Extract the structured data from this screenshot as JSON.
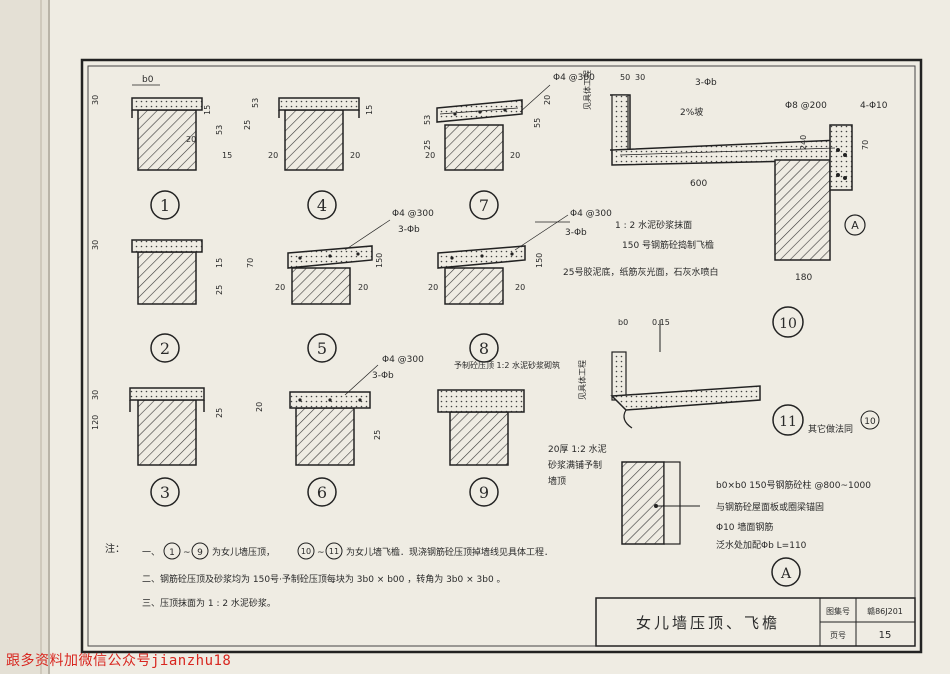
{
  "sheet": {
    "title": "女儿墙压顶、飞檐",
    "atlas_label": "图集号",
    "atlas_no": "赣86J201",
    "page_label": "页号",
    "page_no": "15"
  },
  "details": [
    {
      "id": "1"
    },
    {
      "id": "2"
    },
    {
      "id": "3"
    },
    {
      "id": "4"
    },
    {
      "id": "5"
    },
    {
      "id": "6"
    },
    {
      "id": "7"
    },
    {
      "id": "8"
    },
    {
      "id": "9"
    },
    {
      "id": "10"
    },
    {
      "id": "11"
    },
    {
      "id": "A"
    }
  ],
  "callouts": {
    "d7_rebar": "Φ4 @300",
    "d5_rebar": "Φ4 @300",
    "d5_bars": "3-Φb",
    "d8_rebar": "Φ4 @300",
    "d8_bars": "3-Φb",
    "d6_rebar": "Φ4 @300",
    "d6_bars": "3-Φb",
    "d9_top": "予制砼压顶 1:2 水泥砂浆砌筑",
    "d9_bottom1": "20厚 1:2 水泥",
    "d9_bottom2": "砂浆满铺予制",
    "d9_bottom3": "墙顶",
    "d10_rebar1": "Φ4 @300",
    "d10_bars1": "3-Φb",
    "d10_rebar2": "Φ8 @200",
    "d10_bars2": "4-Φ10",
    "d10_slope": "2%坡",
    "d10_side": "见具体工程",
    "layer1": "1 : 2 水泥砂浆抹面",
    "layer2": "150 号钢筋砼捣制飞檐",
    "layer3": "25号胶泥底，纸筋灰光面，石灰水喷白",
    "d11_side": "见具体工程",
    "d11_other": "其它做法同",
    "d11_ref": "10",
    "detA_1": "b0×b0 150号钢筋砼柱 @800~1000",
    "detA_2": "与钢筋砼屋面板或圈梁锚固",
    "detA_3": "Φ10 墙面钢筋",
    "detA_4": "泛水处加配Φb L=110"
  },
  "dims": {
    "b0": "b0",
    "d30": "30",
    "d15": "15",
    "d25": "25",
    "d53": "53",
    "d70": "70",
    "d20": "20",
    "d50": "50",
    "d55": "55",
    "d150": "150",
    "d120": "120",
    "d240": "240",
    "d600": "600",
    "d180": "180",
    "d015": "0.15"
  },
  "notes": {
    "label": "注：",
    "n1_num": "一、",
    "n1_a": "1",
    "n1_b": "9",
    "n1_text1": "为女儿墙压顶，",
    "n1_c": "10",
    "n1_d": "11",
    "n1_text2": "为女儿墙飞檐．现浇钢筋砼压顶掉墙线见具体工程．",
    "n2": "二、钢筋砼压顶及砂浆均为 150号·予制砼压顶每块为 3b0 × b00 ，转角为 3b0 × 3b0 。",
    "n3": "三、压顶抹面为 1 : 2 水泥砂浆。"
  },
  "watermark": "跟多资料加微信公众号jianzhu18"
}
